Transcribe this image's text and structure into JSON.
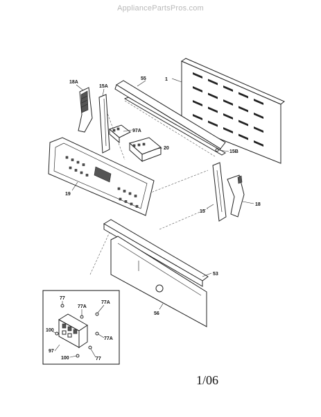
{
  "watermark": "AppliancePartsPros.com",
  "footer": {
    "date_code": "1/06"
  },
  "callouts": {
    "p1": "1",
    "p55": "55",
    "p18A": "18A",
    "p15A": "15A",
    "p97A": "97A",
    "p20": "20",
    "p15B": "15B",
    "p19": "19",
    "p15": "15",
    "p18": "18",
    "p53": "53",
    "p56": "56"
  },
  "inset_callouts": {
    "c77_top": "77",
    "c77A_left": "77A",
    "c77A_right": "77A",
    "c100_left": "100",
    "c97": "97",
    "c100_bottom": "100",
    "c77A_mid": "77A",
    "c77_bottom": "77"
  }
}
